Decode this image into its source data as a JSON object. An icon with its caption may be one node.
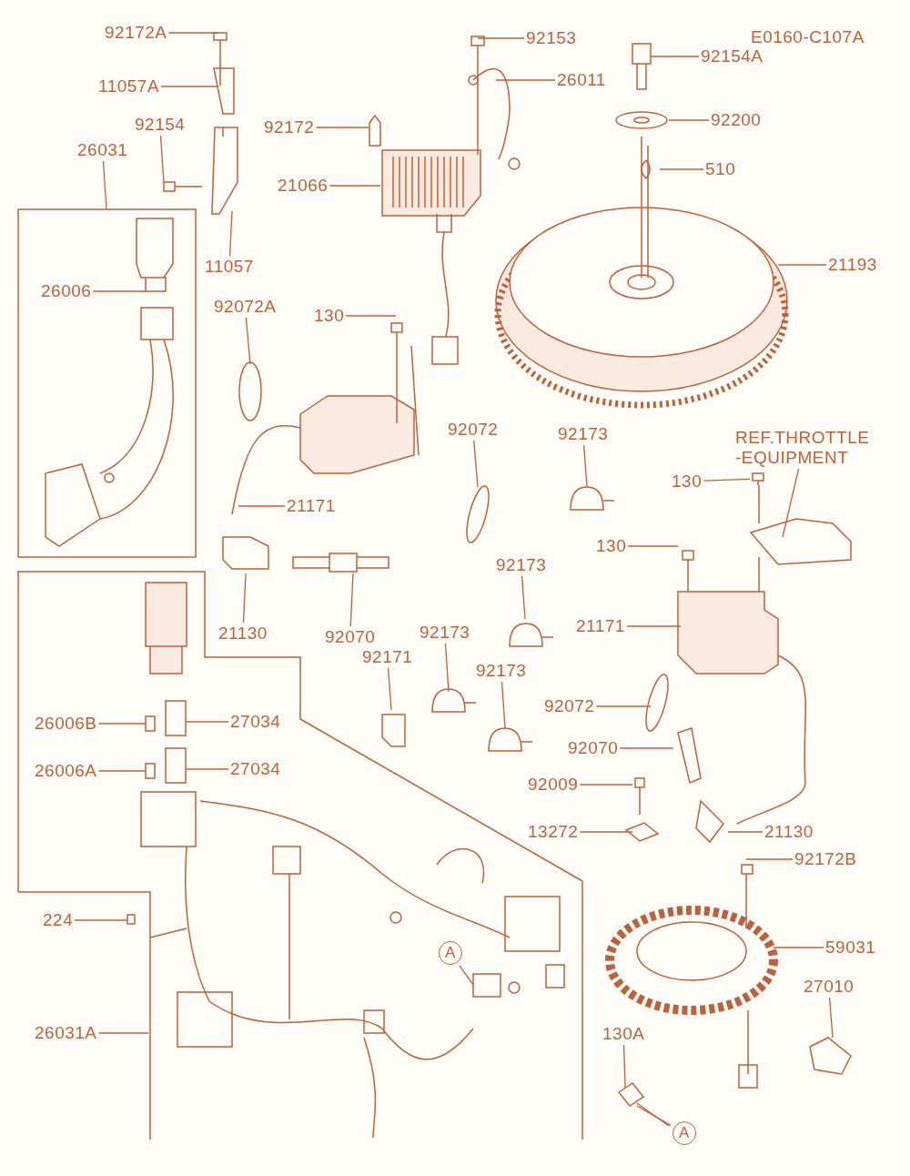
{
  "diagram": {
    "nodes": [
      {
        "text": [
          "92172A"
        ]
      },
      {
        "text": [
          "92153"
        ]
      },
      {
        "text": [
          "92154A"
        ]
      },
      {
        "text": [
          "11057A"
        ]
      },
      {
        "text": [
          "26011"
        ]
      },
      {
        "text": [
          "92172"
        ]
      },
      {
        "text": [
          "92200"
        ]
      },
      {
        "text": [
          "92154"
        ]
      },
      {
        "text": [
          "26031"
        ]
      },
      {
        "text": [
          "510"
        ]
      },
      {
        "text": [
          "21066"
        ]
      },
      {
        "text": [
          "11057"
        ]
      },
      {
        "text": [
          "21193"
        ]
      },
      {
        "text": [
          "26006"
        ]
      },
      {
        "text": [
          "92072A"
        ]
      },
      {
        "text": [
          "130"
        ]
      },
      {
        "text": [
          "92072"
        ]
      },
      {
        "text": [
          "92173"
        ]
      },
      {
        "text": [
          "REF.THROTTLE -EQUIPMENT"
        ]
      },
      {
        "text": [
          "130"
        ]
      },
      {
        "text": [
          "21171"
        ]
      },
      {
        "text": [
          "130"
        ]
      },
      {
        "text": [
          "92173"
        ]
      },
      {
        "text": [
          "21171"
        ]
      },
      {
        "text": [
          "21130"
        ]
      },
      {
        "text": [
          "92070"
        ]
      },
      {
        "text": [
          "92173"
        ]
      },
      {
        "text": [
          "92171"
        ]
      },
      {
        "text": [
          "92173"
        ]
      },
      {
        "text": [
          "92072"
        ]
      },
      {
        "text": [
          "26006B"
        ]
      },
      {
        "text": [
          "27034"
        ]
      },
      {
        "text": [
          "92070"
        ]
      },
      {
        "text": [
          "26006A"
        ]
      },
      {
        "text": [
          "27034"
        ]
      },
      {
        "text": [
          "92009"
        ]
      },
      {
        "text": [
          "13272"
        ]
      },
      {
        "text": [
          "21130"
        ]
      },
      {
        "text": [
          "92172B"
        ]
      },
      {
        "text": [
          "224"
        ]
      },
      {
        "text": [
          "59031"
        ]
      },
      {
        "text": [
          "A"
        ]
      },
      {
        "text": [
          "27010"
        ]
      },
      {
        "text": [
          "26031A"
        ]
      },
      {
        "text": [
          "130A"
        ]
      },
      {
        "text": [
          "A"
        ]
      },
      {
        "text": [],
        "shape": "bolt"
      }
    ],
    "edges": [
      {
        "from": 0,
        "to": null,
        "arrow": "none"
      },
      {
        "from": 1,
        "to": null,
        "arrow": "none"
      },
      {
        "from": 2,
        "to": null,
        "arrow": "none"
      },
      {
        "from": 3,
        "to": null,
        "arrow": "none"
      },
      {
        "from": 4,
        "to": null,
        "arrow": "none"
      },
      {
        "from": 5,
        "to": null,
        "arrow": "none"
      },
      {
        "from": 6,
        "to": null,
        "arrow": "none"
      },
      {
        "from": 7,
        "to": null,
        "arrow": "none"
      },
      {
        "from": 8,
        "to": null,
        "arrow": "none"
      },
      {
        "from": 9,
        "to": null,
        "arrow": "none"
      },
      {
        "from": 10,
        "to": null,
        "arrow": "none"
      },
      {
        "from": 11,
        "to": null,
        "arrow": "none"
      },
      {
        "from": 12,
        "to": null,
        "arrow": "none"
      },
      {
        "from": 13,
        "to": null,
        "arrow": "none"
      },
      {
        "from": 14,
        "to": null,
        "arrow": "none"
      },
      {
        "from": 15,
        "to": null,
        "arrow": "none"
      },
      {
        "from": 16,
        "to": null,
        "arrow": "none"
      },
      {
        "from": 17,
        "to": null,
        "arrow": "none"
      },
      {
        "from": 18,
        "to": null,
        "arrow": "none"
      },
      {
        "from": 19,
        "to": 46,
        "arrow": "none"
      },
      {
        "from": 20,
        "to": null,
        "arrow": "none"
      },
      {
        "from": 21,
        "to": null,
        "arrow": "none"
      },
      {
        "from": 22,
        "to": null,
        "arrow": "none"
      },
      {
        "from": 23,
        "to": null,
        "arrow": "none"
      },
      {
        "from": 24,
        "to": null,
        "arrow": "none"
      },
      {
        "from": 25,
        "to": null,
        "arrow": "none"
      },
      {
        "from": 26,
        "to": null,
        "arrow": "none"
      },
      {
        "from": 27,
        "to": null,
        "arrow": "none"
      },
      {
        "from": 28,
        "to": null,
        "arrow": "none"
      },
      {
        "from": 29,
        "to": null,
        "arrow": "none"
      },
      {
        "from": 30,
        "to": null,
        "arrow": "none"
      },
      {
        "from": 31,
        "to": null,
        "arrow": "none"
      },
      {
        "from": 32,
        "to": null,
        "arrow": "none"
      },
      {
        "from": 33,
        "to": null,
        "arrow": "none"
      },
      {
        "from": 34,
        "to": null,
        "arrow": "none"
      },
      {
        "from": 35,
        "to": null,
        "arrow": "none"
      },
      {
        "from": 36,
        "to": null,
        "arrow": "none"
      },
      {
        "from": 37,
        "to": null,
        "arrow": "none"
      },
      {
        "from": 38,
        "to": null,
        "arrow": "none"
      },
      {
        "from": 39,
        "to": null,
        "arrow": "none"
      },
      {
        "from": 40,
        "to": null,
        "arrow": "none"
      },
      {
        "from": 41,
        "to": null,
        "arrow": "none"
      },
      {
        "from": 42,
        "to": null,
        "arrow": "none"
      },
      {
        "from": 43,
        "to": null,
        "arrow": "none"
      },
      {
        "from": 44,
        "to": null,
        "arrow": "none"
      },
      {
        "from": 45,
        "to": null,
        "arrow": "none"
      }
    ],
    "labels": [
      "E0160-C107A"
    ]
  }
}
